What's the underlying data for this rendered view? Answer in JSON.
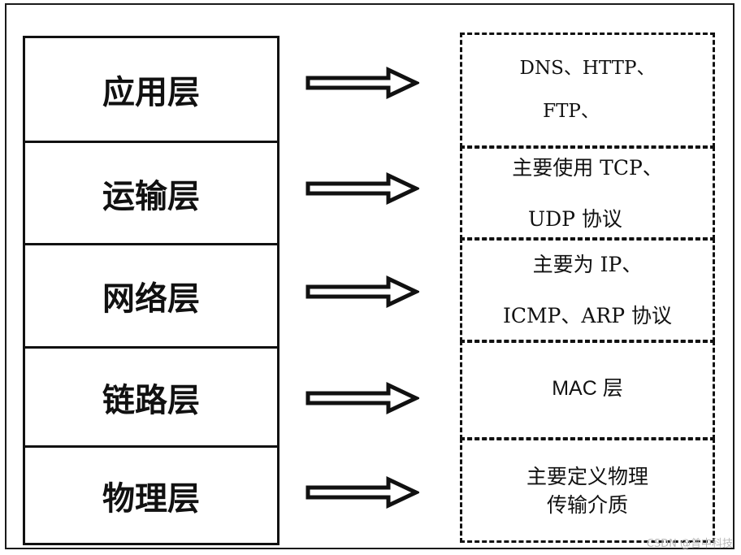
{
  "layers": [
    {
      "name": "应用层",
      "protocol_lines": [
        "DNS、HTTP、",
        "FTP、"
      ]
    },
    {
      "name": "运输层",
      "protocol_lines": [
        "主要使用 TCP、",
        "UDP 协议"
      ]
    },
    {
      "name": "网络层",
      "protocol_lines": [
        "主要为 IP、",
        "ICMP、ARP 协议"
      ]
    },
    {
      "name": "链路层",
      "protocol_lines": [
        "MAC 层"
      ]
    },
    {
      "name": "物理层",
      "protocol_lines": [
        "主要定义物理",
        "传输介质"
      ]
    }
  ],
  "watermark": "CSDN @普中科技"
}
